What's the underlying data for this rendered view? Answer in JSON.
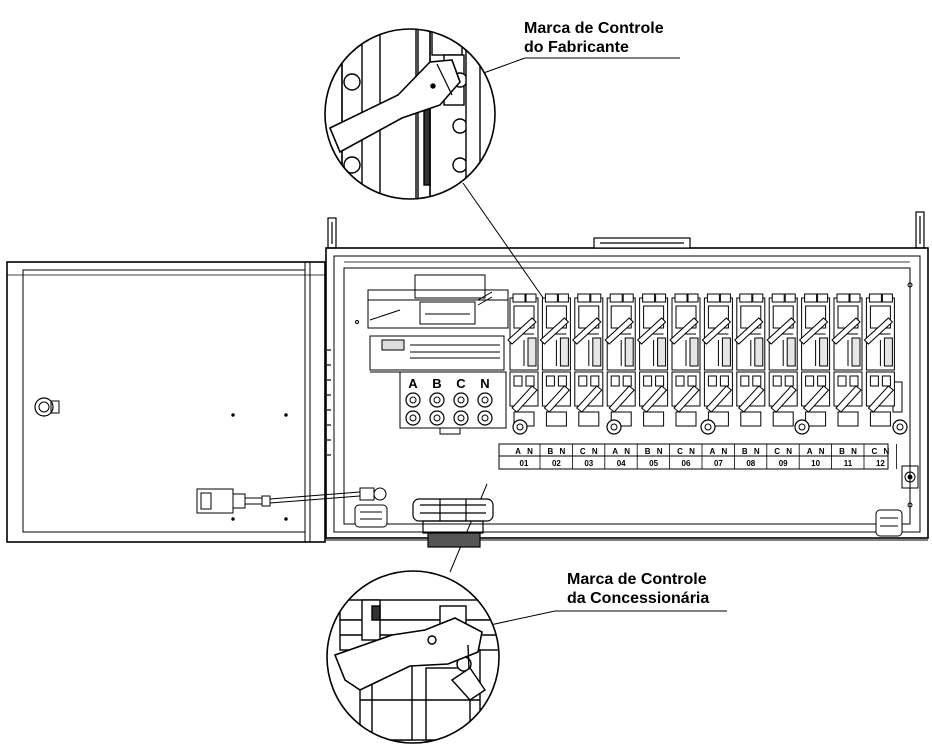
{
  "callouts": {
    "manufacturer_line1": "Marca de Controle",
    "manufacturer_line2": "do Fabricante",
    "utility_line1": "Marca de Controle",
    "utility_line2": "da Concessionária"
  },
  "phase_terminals": [
    "A",
    "B",
    "C",
    "N"
  ],
  "meter_labels": [
    {
      "phase": "A",
      "neutral": "N",
      "num": "01"
    },
    {
      "phase": "B",
      "neutral": "N",
      "num": "02"
    },
    {
      "phase": "C",
      "neutral": "N",
      "num": "03"
    },
    {
      "phase": "A",
      "neutral": "N",
      "num": "04"
    },
    {
      "phase": "B",
      "neutral": "N",
      "num": "05"
    },
    {
      "phase": "C",
      "neutral": "N",
      "num": "06"
    },
    {
      "phase": "A",
      "neutral": "N",
      "num": "07"
    },
    {
      "phase": "B",
      "neutral": "N",
      "num": "08"
    },
    {
      "phase": "C",
      "neutral": "N",
      "num": "09"
    },
    {
      "phase": "A",
      "neutral": "N",
      "num": "10"
    },
    {
      "phase": "B",
      "neutral": "N",
      "num": "11"
    },
    {
      "phase": "C",
      "neutral": "N",
      "num": "12"
    }
  ],
  "colors": {
    "line": "#000000",
    "fill": "#ffffff",
    "shade": "#d8d8d8"
  }
}
